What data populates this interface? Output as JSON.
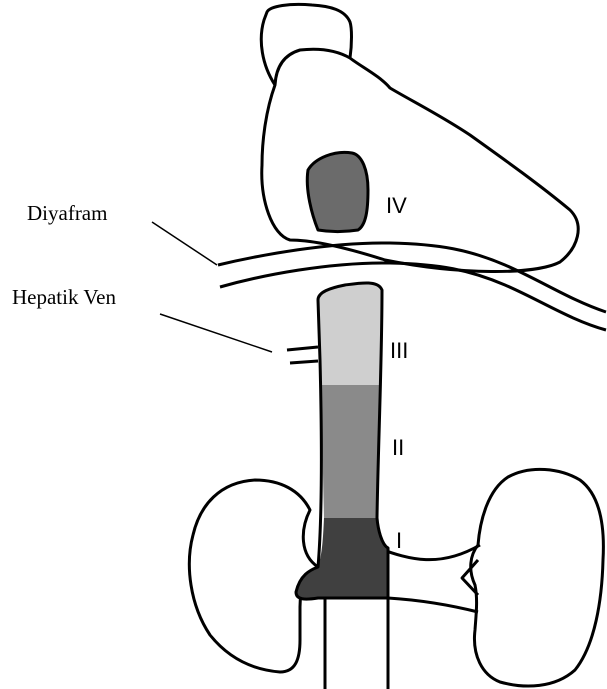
{
  "labels": {
    "diaphragm": "Diyafram",
    "hepatic_vein": "Hepatik Ven"
  },
  "segments": {
    "i": "I",
    "ii": "II",
    "iii": "III",
    "iv": "IV"
  },
  "colors": {
    "outline": "#000000",
    "segment_i": "#404040",
    "segment_ii": "#8a8a8a",
    "segment_iii": "#cfcfcf",
    "segment_iv": "#6b6b6b",
    "background": "#ffffff"
  }
}
